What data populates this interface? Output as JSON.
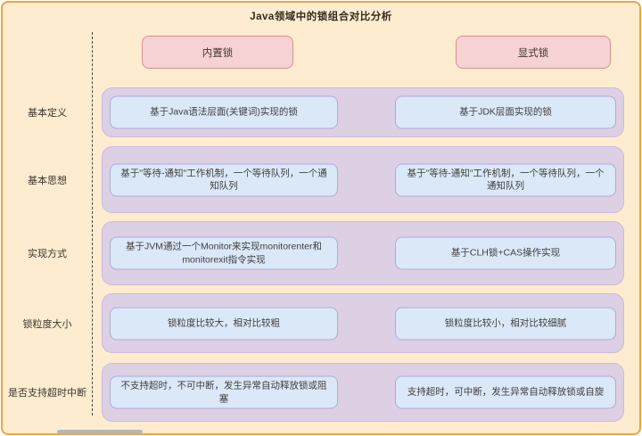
{
  "diagram": {
    "title": "Java领域中的锁组合对比分析",
    "columns": [
      "内置锁",
      "显式锁"
    ],
    "rows": [
      {
        "label": "基本定义",
        "left": "基于Java语法层面(关键词)实现的锁",
        "right": "基于JDK层面实现的锁"
      },
      {
        "label": "基本思想",
        "left": "基于\"等待-通知\"工作机制，一个等待队列，一个通知队列",
        "right": "基于\"等待-通知\"工作机制，一个等待队列，一个通知队列"
      },
      {
        "label": "实现方式",
        "left": "基于JVM通过一个Monitor来实现monitorenter和monitorexit指令实现",
        "right": "基于CLH锁+CAS操作实现"
      },
      {
        "label": "锁粒度大小",
        "left": "锁粒度比较大，相对比较粗",
        "right": "锁粒度比较小，相对比较细腻"
      },
      {
        "label": "是否支持超时中断",
        "left": "不支持超时，不可中断，发生异常自动释放锁或阻塞",
        "right": "支持超时，可中断，发生异常自动释放锁或自旋"
      }
    ],
    "colors": {
      "page_bg": "#fdeccf",
      "page_border": "#f2a43e",
      "header_bg": "#f7d2d2",
      "header_border": "#d89090",
      "row_container_bg": "#ddd0e5",
      "row_container_border": "#ccbada",
      "cell_bg": "#dbe8f8",
      "cell_border": "#aeaad8",
      "scrollbar_thumb": "#b5b5b5"
    }
  }
}
